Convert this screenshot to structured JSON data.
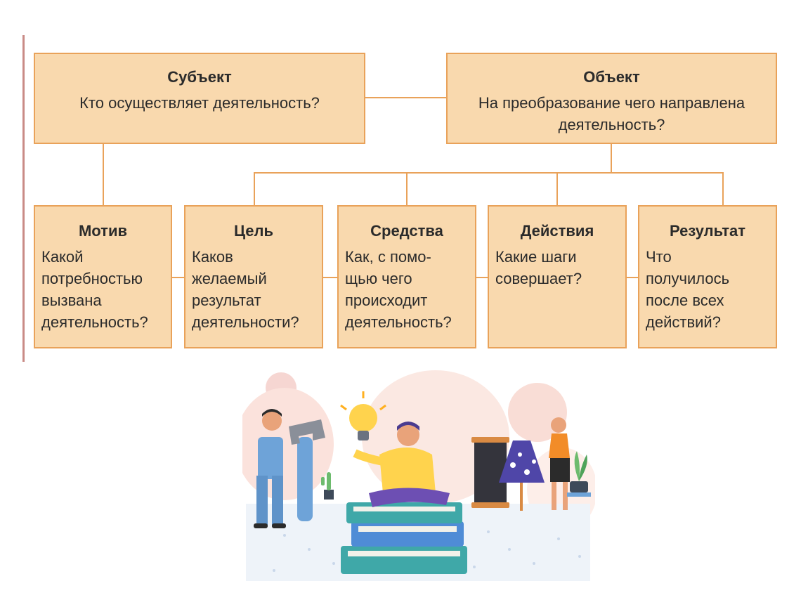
{
  "diagram": {
    "top": [
      {
        "title": "Субъект",
        "question": "Кто осуществляет деятельность?"
      },
      {
        "title": "Объект",
        "question": "На преобразование чего направлена деятельность?"
      }
    ],
    "bottom": [
      {
        "title": "Мотив",
        "lines": [
          "Какой",
          "потребностью",
          "вызвана",
          "деятельность?"
        ]
      },
      {
        "title": "Цель",
        "lines": [
          "Каков",
          "желаемый",
          "результат",
          "деятельности?"
        ]
      },
      {
        "title": "Средства",
        "lines": [
          "Как, с помо-",
          "щью чего",
          "происходит",
          "деятельность?"
        ]
      },
      {
        "title": "Действия",
        "lines": [
          "Какие шаги",
          "совершает?"
        ]
      },
      {
        "title": "Результат",
        "lines": [
          "Что",
          "получилось",
          "после всех",
          "действий?"
        ]
      }
    ]
  },
  "colors": {
    "box_fill": "#f9d9ae",
    "box_border": "#e9a25a",
    "text": "#2b2b2b"
  }
}
